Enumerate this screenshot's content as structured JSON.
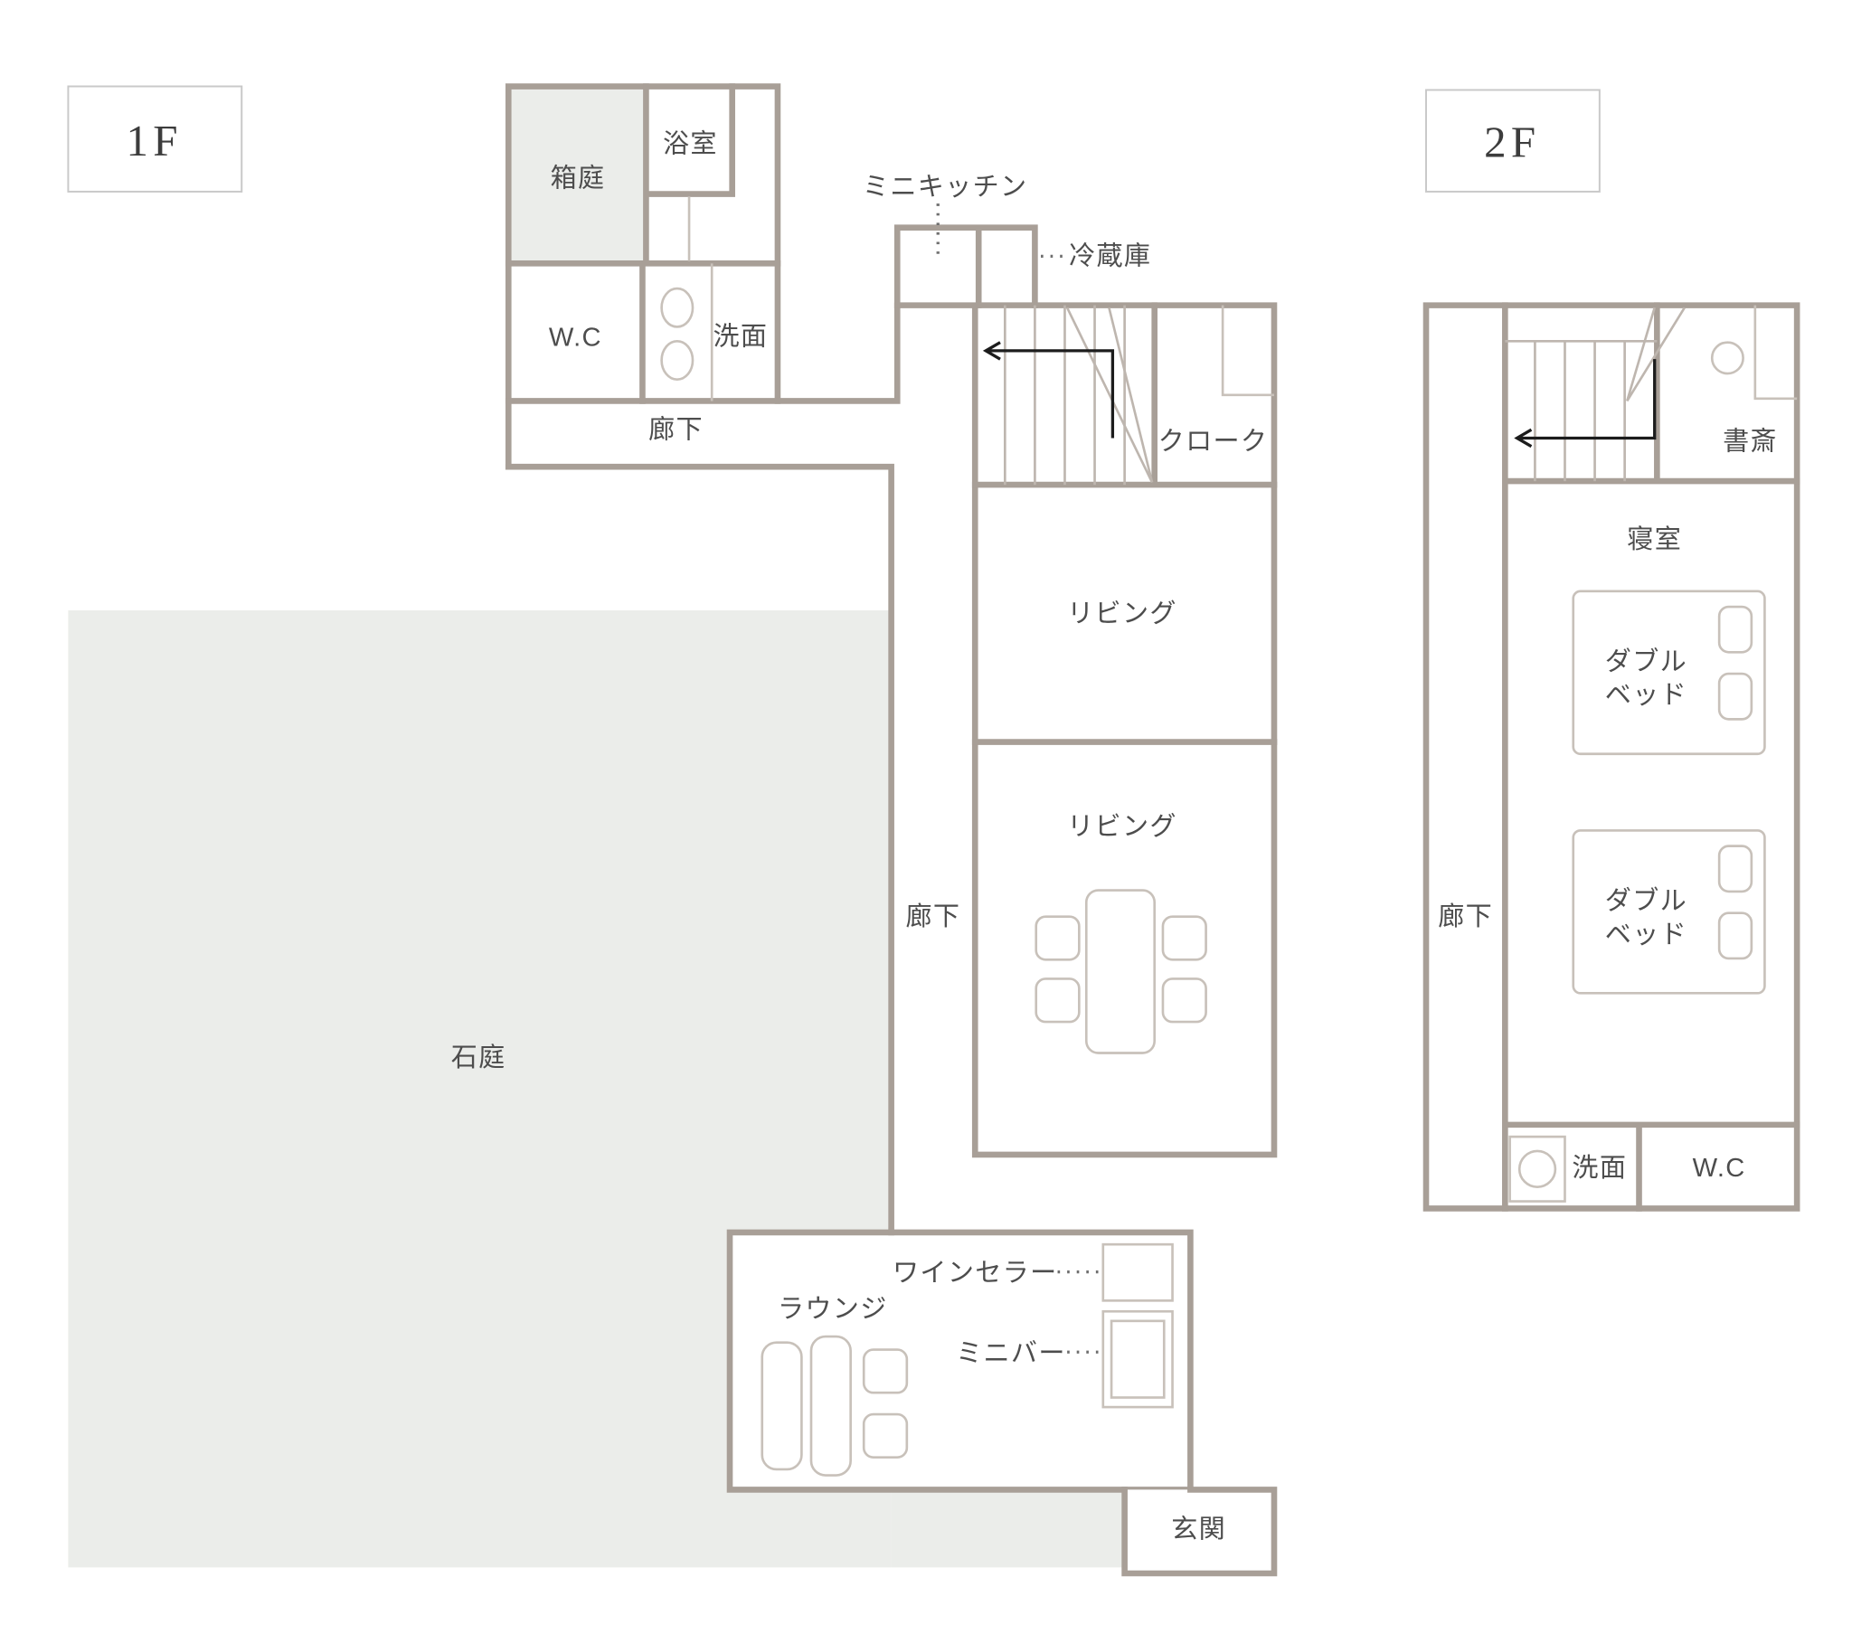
{
  "floors": {
    "f1": {
      "tag": "1F",
      "rooms": {
        "hakoniwa": "箱庭",
        "bath": "浴室",
        "wc": "W.C",
        "washroom": "洗面",
        "corridor_top": "廊下",
        "mini_kitchen": "ミニキッチン",
        "fridge": "冷蔵庫",
        "cloak": "クローク",
        "living_upper": "リビング",
        "living_lower": "リビング",
        "corridor_main": "廊下",
        "rock_garden": "石庭",
        "lounge": "ラウンジ",
        "wine_cellar": "ワインセラー",
        "mini_bar": "ミニバー",
        "entrance": "玄関"
      }
    },
    "f2": {
      "tag": "2F",
      "rooms": {
        "study": "書斎",
        "bedroom": "寝室",
        "double_bed_lines": [
          "ダブル",
          "ベッド"
        ],
        "corridor": "廊下",
        "washroom": "洗面",
        "wc": "W.C"
      }
    }
  },
  "colors": {
    "wall": "#a89f97",
    "area_fill": "#ebedea",
    "thin_line": "#c8c1ba",
    "tread": "#beb6af",
    "text": "#4d4d4d",
    "arrow": "#1c1c1c"
  }
}
